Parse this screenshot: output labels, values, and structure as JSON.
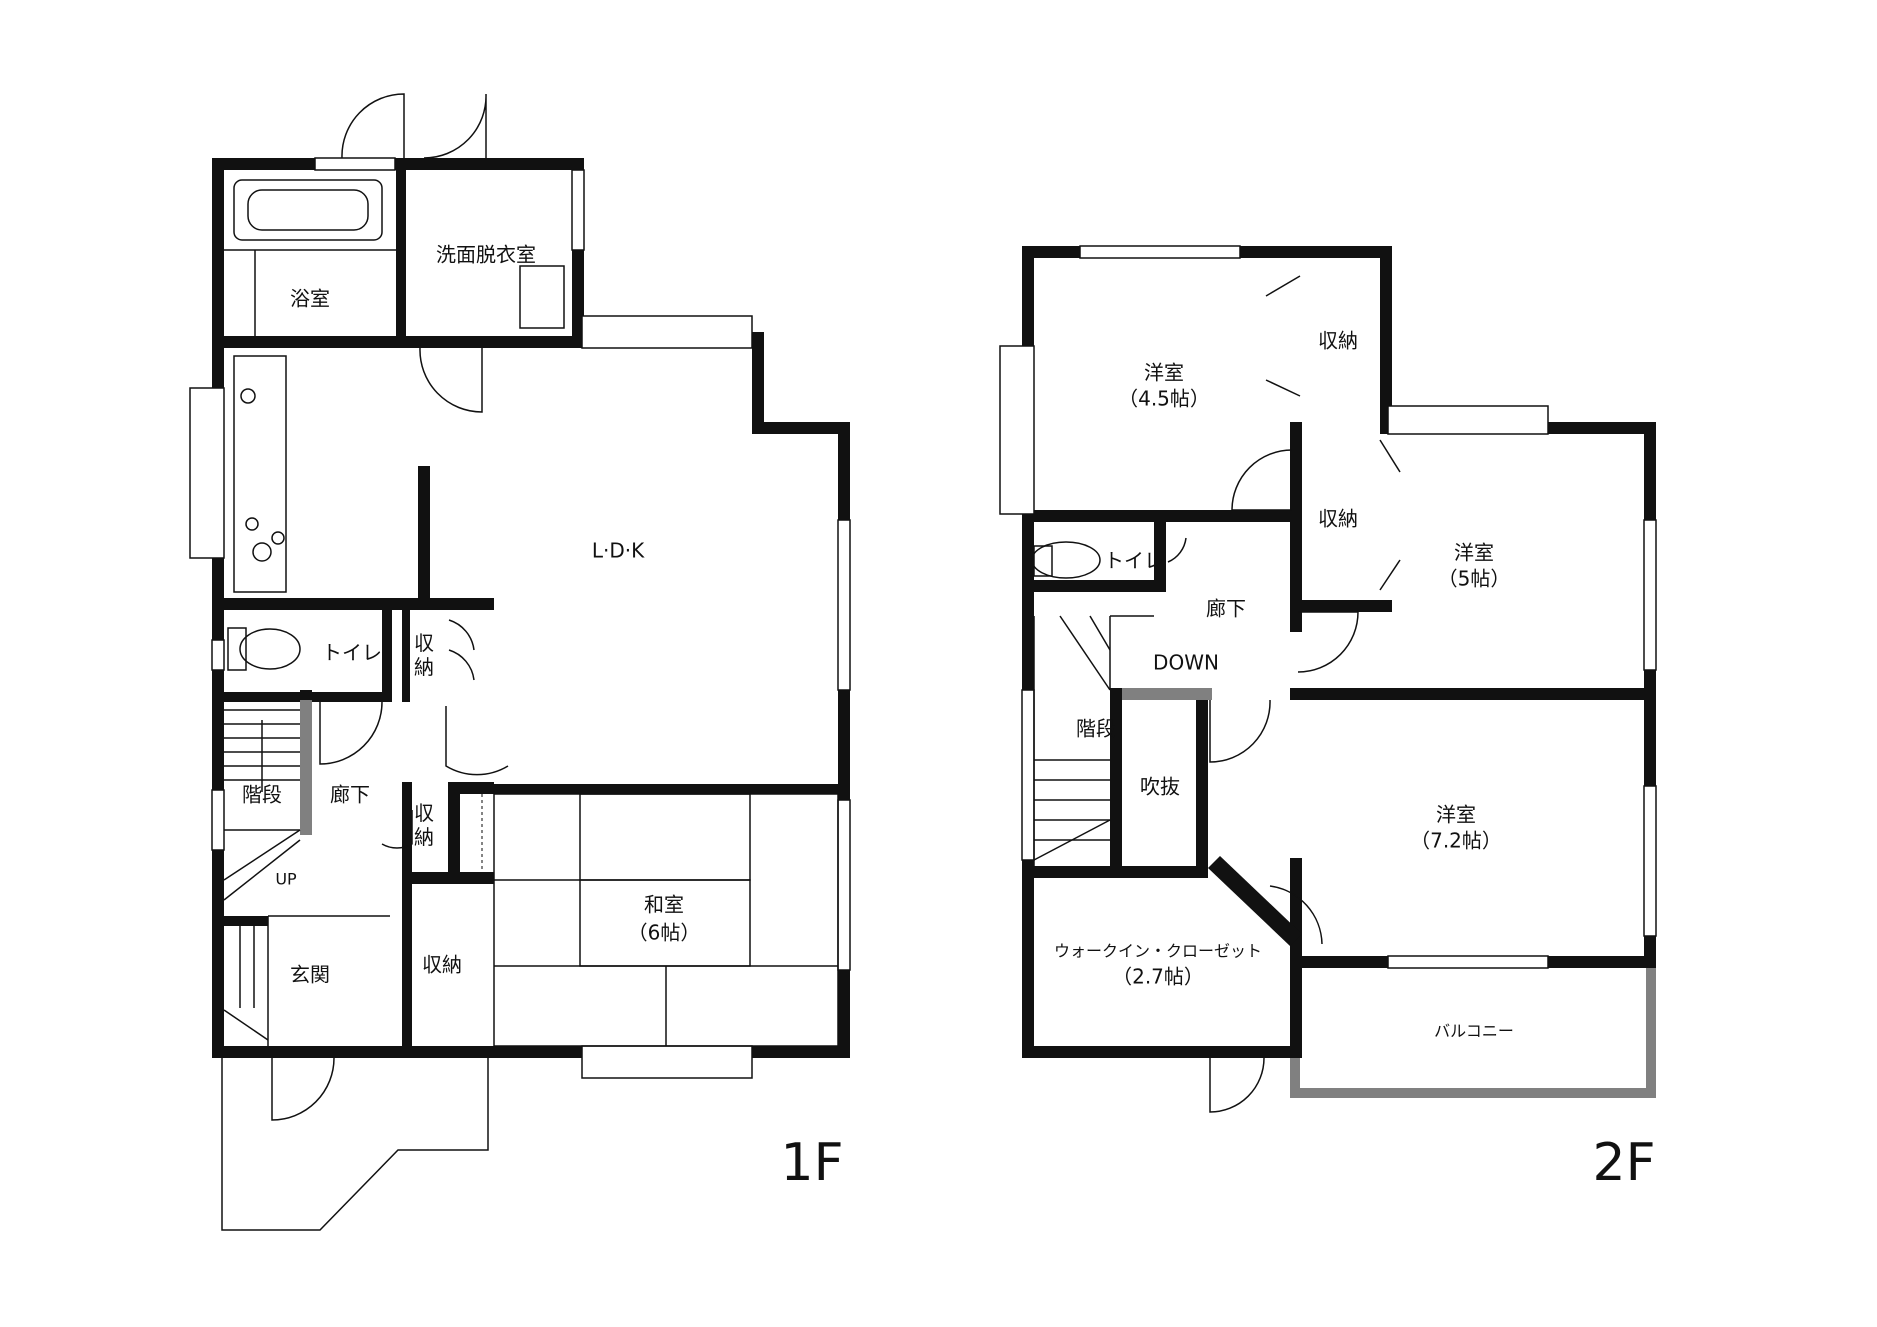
{
  "floor1": {
    "title": "1F",
    "rooms": {
      "bath": "浴室",
      "washroom": "洗面脱衣室",
      "ldk": "L·D·K",
      "toilet": "トイレ",
      "storage_a": "収\n納",
      "storage_b": "収\n納",
      "stairs": "階段",
      "hallway": "廊下",
      "up_mark": "UP",
      "japanese_room": "和室",
      "japanese_room_size": "（6帖）",
      "storage_c": "収納",
      "entrance": "玄関"
    }
  },
  "floor2": {
    "title": "2F",
    "rooms": {
      "western_a": "洋室",
      "western_a_size": "（4.5帖）",
      "storage_a": "収納",
      "storage_b": "収納",
      "western_b": "洋室",
      "western_b_size": "（5帖）",
      "toilet": "トイレ",
      "hallway": "廊下",
      "down_mark": "DOWN",
      "stairs": "階段",
      "void": "吹抜",
      "western_c": "洋室",
      "western_c_size": "（7.2帖）",
      "walkin": "ウォークイン・クローゼット",
      "walkin_size": "（2.7帖）",
      "balcony": "バルコニー"
    }
  }
}
